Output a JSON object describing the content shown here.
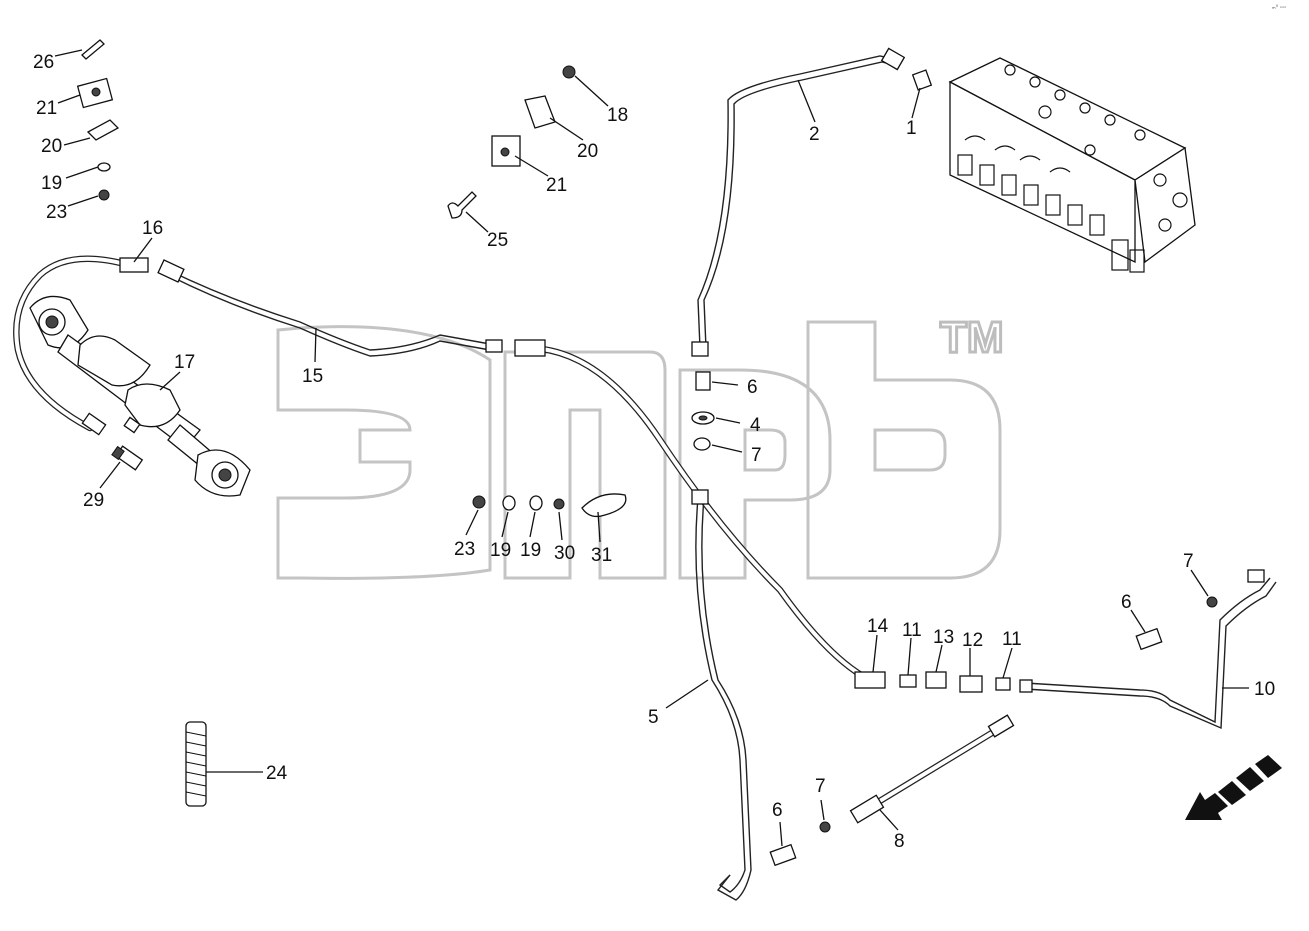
{
  "corner_mark": "ₘ⁰ ▫▫▫",
  "watermark": {
    "text": "эпб",
    "trademark": "TM"
  },
  "callouts": [
    {
      "id": "c26a",
      "label": "26"
    },
    {
      "id": "c21a",
      "label": "21"
    },
    {
      "id": "c20a",
      "label": "20"
    },
    {
      "id": "c19a",
      "label": "19"
    },
    {
      "id": "c23a",
      "label": "23"
    },
    {
      "id": "c16",
      "label": "16"
    },
    {
      "id": "c15",
      "label": "15"
    },
    {
      "id": "c17",
      "label": "17"
    },
    {
      "id": "c29",
      "label": "29"
    },
    {
      "id": "c18",
      "label": "18"
    },
    {
      "id": "c20b",
      "label": "20"
    },
    {
      "id": "c21b",
      "label": "21"
    },
    {
      "id": "c25",
      "label": "25"
    },
    {
      "id": "c2",
      "label": "2"
    },
    {
      "id": "c1",
      "label": "1"
    },
    {
      "id": "c6a",
      "label": "6"
    },
    {
      "id": "c4",
      "label": "4"
    },
    {
      "id": "c7a",
      "label": "7"
    },
    {
      "id": "c23b",
      "label": "23"
    },
    {
      "id": "c19b",
      "label": "19"
    },
    {
      "id": "c19c",
      "label": "19"
    },
    {
      "id": "c30",
      "label": "30"
    },
    {
      "id": "c31",
      "label": "31"
    },
    {
      "id": "c14",
      "label": "14"
    },
    {
      "id": "c11a",
      "label": "11"
    },
    {
      "id": "c13",
      "label": "13"
    },
    {
      "id": "c12",
      "label": "12"
    },
    {
      "id": "c11b",
      "label": "11"
    },
    {
      "id": "c7b",
      "label": "7"
    },
    {
      "id": "c6b",
      "label": "6"
    },
    {
      "id": "c10",
      "label": "10"
    },
    {
      "id": "c5",
      "label": "5"
    },
    {
      "id": "c24",
      "label": "24"
    },
    {
      "id": "c7c",
      "label": "7"
    },
    {
      "id": "c6c",
      "label": "6"
    },
    {
      "id": "c8",
      "label": "8"
    }
  ]
}
